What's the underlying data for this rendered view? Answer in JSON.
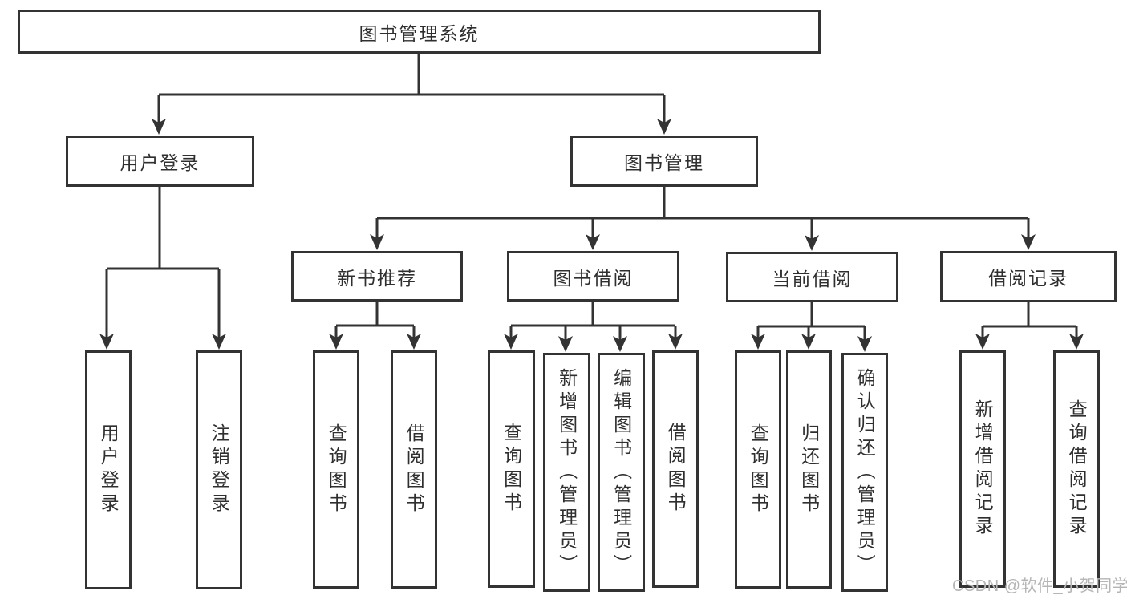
{
  "diagram_title": "图书管理系统",
  "colors": {
    "line": "#333333",
    "text": "#2f2f2f",
    "background": "#ffffff",
    "watermark": "#b5b5b5"
  },
  "hierarchy": {
    "label": "图书管理系统",
    "children": [
      {
        "label": "用户登录",
        "children": [
          {
            "label": "用户登录"
          },
          {
            "label": "注销登录"
          }
        ]
      },
      {
        "label": "图书管理",
        "children": [
          {
            "label": "新书推荐",
            "children": [
              {
                "label": "查询图书"
              },
              {
                "label": "借阅图书"
              }
            ]
          },
          {
            "label": "图书借阅",
            "children": [
              {
                "label": "查询图书"
              },
              {
                "label": "新增图书（管理员）"
              },
              {
                "label": "编辑图书（管理员）"
              },
              {
                "label": "借阅图书"
              }
            ]
          },
          {
            "label": "当前借阅",
            "children": [
              {
                "label": "查询图书"
              },
              {
                "label": "归还图书"
              },
              {
                "label": "确认归还（管理员）"
              }
            ]
          },
          {
            "label": "借阅记录",
            "children": [
              {
                "label": "新增借阅记录"
              },
              {
                "label": "查询借阅记录"
              }
            ]
          }
        ]
      }
    ]
  },
  "watermark": {
    "text": "CSDN @软件_小贺同学"
  }
}
